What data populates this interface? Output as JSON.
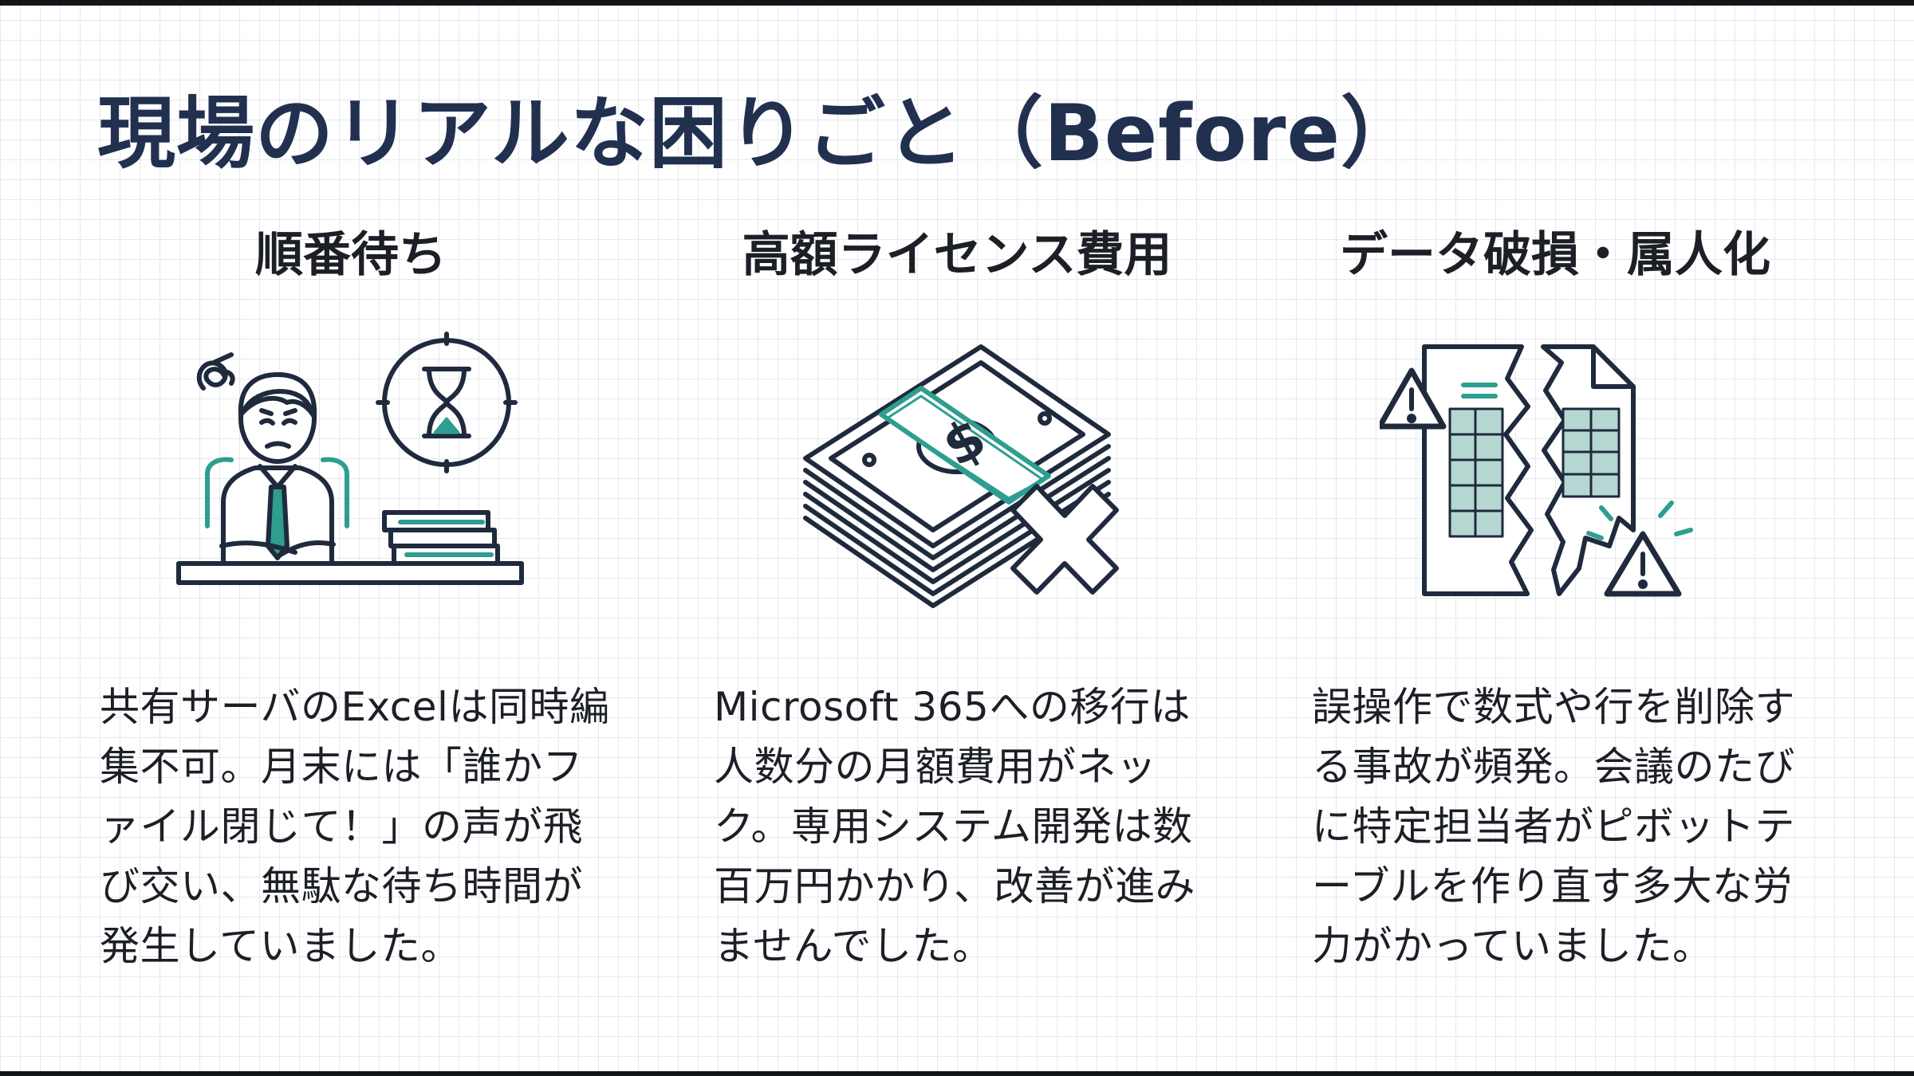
{
  "slide": {
    "title": "現場のリアルな困りごと（Before）"
  },
  "columns": [
    {
      "heading": "順番待ち",
      "icon": "waiting-worker-hourglass-icon",
      "body": "共有サーバのExcelは同時編集不可。月末には「誰かファイル閉じて！」の声が飛び交い、無駄な待ち時間が発生していました。"
    },
    {
      "heading": "高額ライセンス費用",
      "icon": "money-stack-cross-icon",
      "body": "Microsoft 365への移行は人数分の月額費用がネック。専用システム開発は数百万円かかり、改善が進みませんでした。"
    },
    {
      "heading": "データ破損・属人化",
      "icon": "torn-spreadsheet-warning-icon",
      "body": "誤操作で数式や行を削除する事故が頻発。会議のたびに特定担当者がピボットテーブルを作り直す多大な労力がかっていました。"
    }
  ],
  "colors": {
    "title": "#22304f",
    "text": "#1c1f26",
    "line": "#1f2a3d",
    "accent": "#2e9e8f",
    "accent_fill": "#b6d6d2",
    "grid": "#e6e8ec"
  }
}
